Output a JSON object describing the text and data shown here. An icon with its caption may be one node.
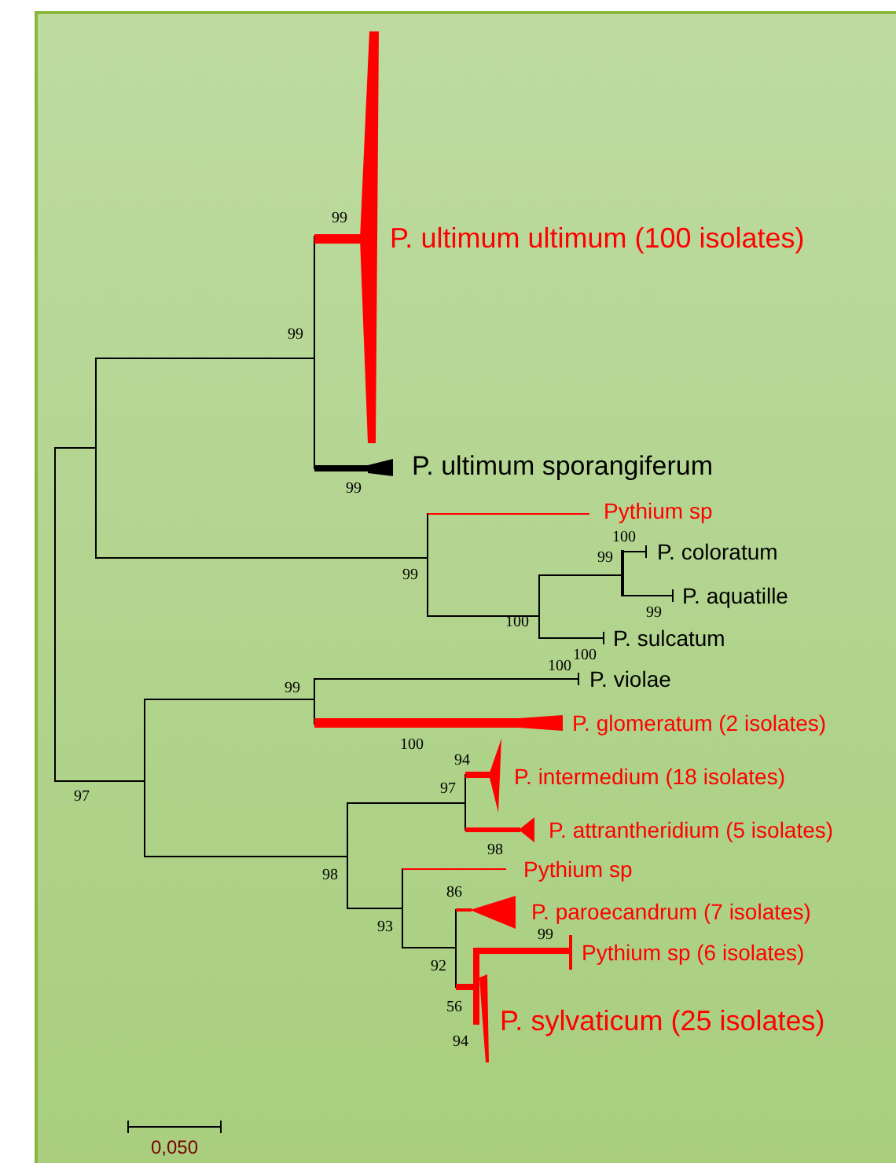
{
  "diagram": {
    "labels": [
      "99",
      "P. ultimum ultimum (100 isolates)",
      "99",
      "P. ultimum sporangiferum",
      "99",
      "Pythium sp",
      "100",
      "P. coloratum",
      "99",
      "99",
      "P. aquatille",
      "99",
      "100",
      "P. sulcatum",
      "100",
      "100",
      "P. violae",
      "99",
      "P. glomeratum (2 isolates)",
      "100",
      "94",
      "P. intermedium (18 isolates)",
      "97",
      "97",
      "P. attrantheridium (5 isolates)",
      "98",
      "Pythium sp",
      "98",
      "86",
      "P. paroecandrum (7 isolates)",
      "93",
      "99",
      "Pythium sp (6 isolates)",
      "92",
      "56",
      "P. sylvaticum (25 isolates)",
      "94",
      "0,050"
    ]
  }
}
